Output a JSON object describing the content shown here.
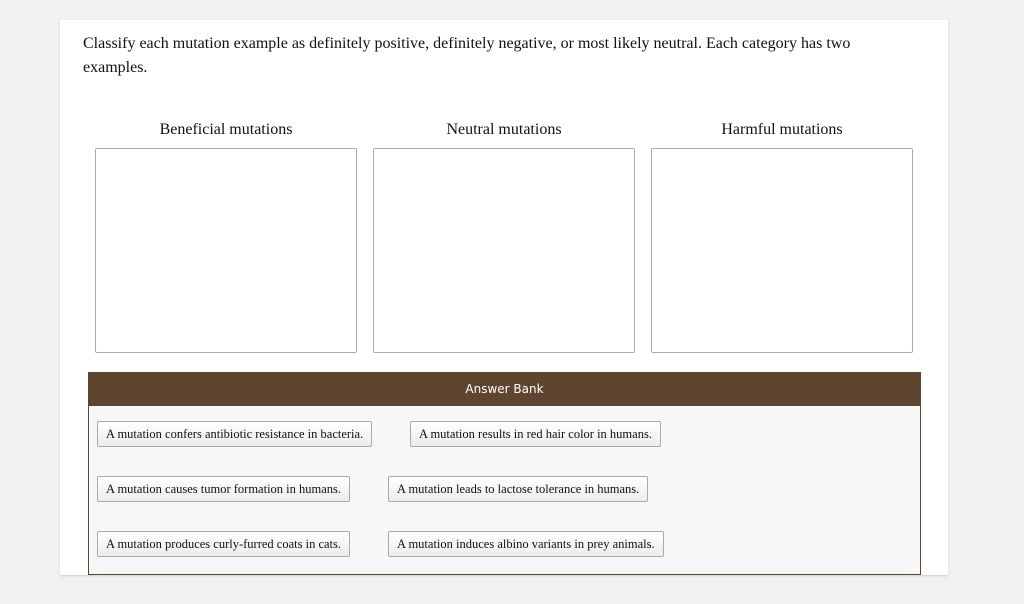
{
  "question": {
    "prompt": "Classify each mutation example as definitely positive, definitely negative, or most likely neutral. Each category has two examples."
  },
  "categories": [
    {
      "label": "Beneficial mutations"
    },
    {
      "label": "Neutral mutations"
    },
    {
      "label": "Harmful mutations"
    }
  ],
  "answer_bank": {
    "title": "Answer Bank",
    "header_color": "#5e4530",
    "items": [
      "A mutation confers antibiotic resistance in bacteria.",
      "A mutation results in red hair color in humans.",
      "A mutation causes tumor formation in humans.",
      "A mutation leads to lactose tolerance in humans.",
      "A mutation produces curly-furred coats in cats.",
      "A mutation induces albino variants in prey animals."
    ]
  }
}
